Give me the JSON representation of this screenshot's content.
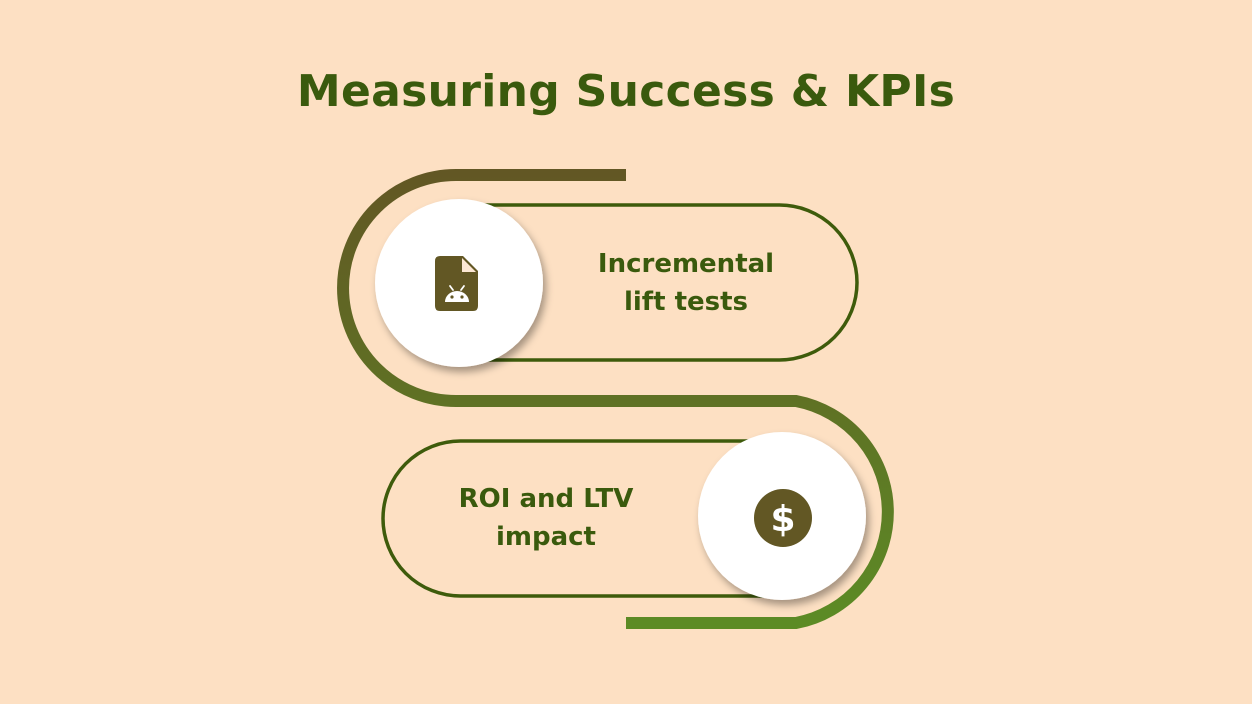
{
  "title": "Measuring Success & KPIs",
  "steps": [
    {
      "line1": "Incremental",
      "line2": "lift tests",
      "icon": "android-file-icon"
    },
    {
      "line1": "ROI and LTV",
      "line2": "impact",
      "icon": "dollar-icon"
    }
  ],
  "colors": {
    "background": "#fde0c3",
    "title_text": "#3a5a0d",
    "pill_outline": "#3e5b0b",
    "path_start": "#625724",
    "path_end": "#5c8b25",
    "icon_fill": "#625724",
    "circle_fill": "#ffffff"
  }
}
